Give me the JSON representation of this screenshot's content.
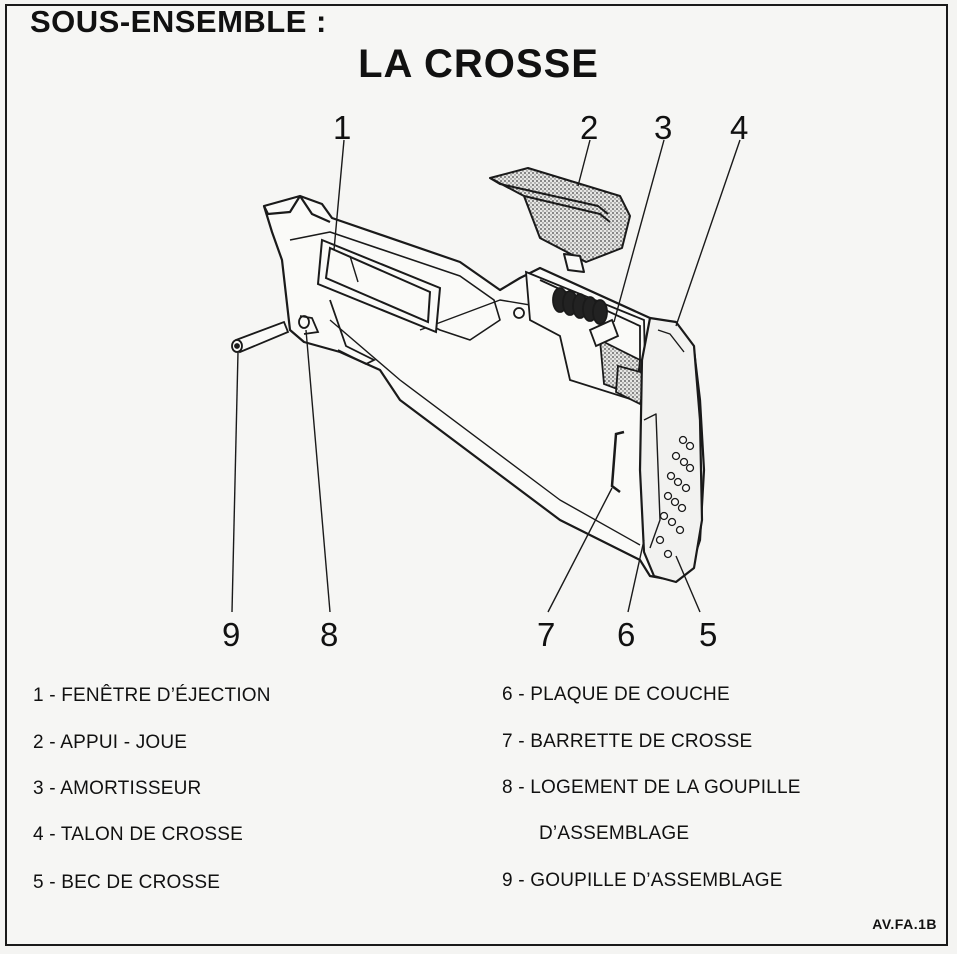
{
  "title": "SOUS-ENSEMBLE :",
  "subtitle": "LA CROSSE",
  "callouts": [
    "1",
    "2",
    "3",
    "4",
    "5",
    "6",
    "7",
    "8",
    "9"
  ],
  "legend": {
    "left": [
      "1 - FENÊTRE D’ÉJECTION",
      "2 - APPUI - JOUE",
      "3 - AMORTISSEUR",
      "4 - TALON DE CROSSE",
      "5 - BEC DE CROSSE"
    ],
    "right": [
      "6 - PLAQUE  DE COUCHE",
      "7 - BARRETTE DE CROSSE",
      "8 - LOGEMENT DE LA GOUPILLE",
      "D’ASSEMBLAGE",
      "9 - GOUPILLE D’ASSEMBLAGE"
    ]
  },
  "reference_code": "AV.FA.1B"
}
